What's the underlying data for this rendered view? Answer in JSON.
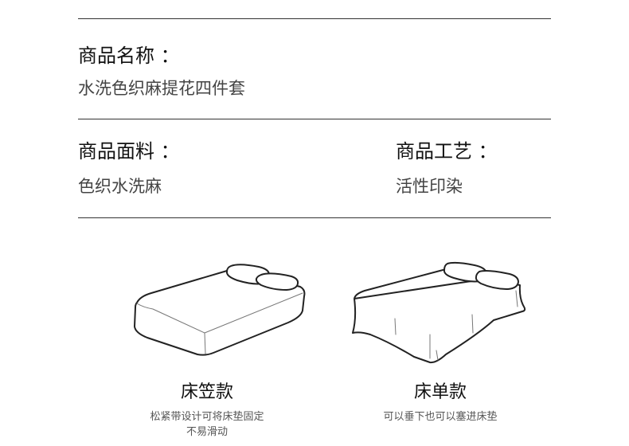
{
  "product_name": {
    "label": "商品名称 ：",
    "value": "水洗色织麻提花四件套"
  },
  "fabric": {
    "label": "商品面料 ：",
    "value": "色织水洗麻"
  },
  "craft": {
    "label": "商品工艺 ：",
    "value": "活性印染"
  },
  "styles": [
    {
      "title": "床笠款",
      "desc_line1": "松紧带设计可将床垫固定",
      "desc_line2": "不易滑动"
    },
    {
      "title": "床单款",
      "desc_line1": "可以垂下也可以塞进床垫"
    }
  ]
}
